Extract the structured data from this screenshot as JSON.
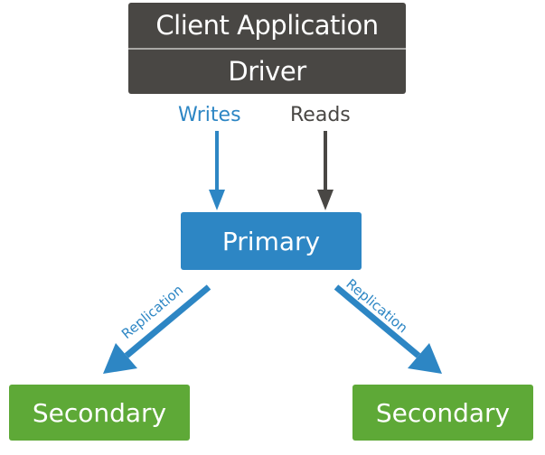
{
  "diagram": {
    "title": "Replica set read/write flow",
    "client": {
      "application_label": "Client Application",
      "driver_label": "Driver"
    },
    "edges": {
      "writes_label": "Writes",
      "reads_label": "Reads",
      "replication_left_label": "Replication",
      "replication_right_label": "Replication"
    },
    "nodes": {
      "primary_label": "Primary",
      "secondary_left_label": "Secondary",
      "secondary_right_label": "Secondary"
    },
    "colors": {
      "client_box": "#494744",
      "primary": "#2d86c4",
      "secondary": "#5ea937",
      "writes_arrow": "#2d86c4",
      "reads_arrow": "#494744",
      "replication_arrow": "#2d86c4"
    }
  }
}
